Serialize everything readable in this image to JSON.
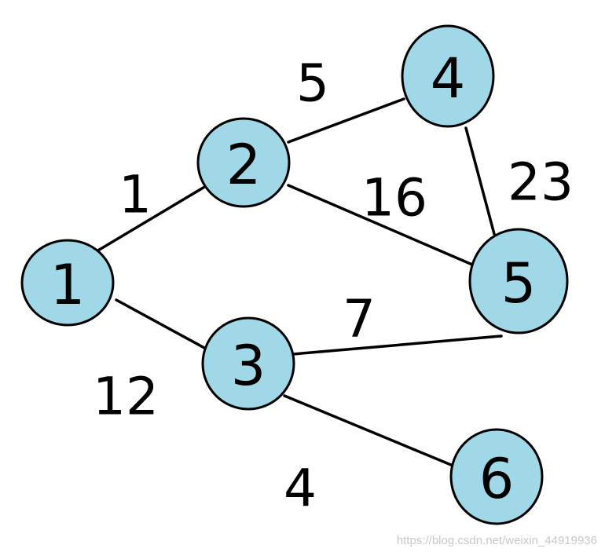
{
  "graph": {
    "node_color": "#a0d8e8",
    "stroke_color": "#000000",
    "nodes": [
      {
        "id": "1",
        "label": "1"
      },
      {
        "id": "2",
        "label": "2"
      },
      {
        "id": "3",
        "label": "3"
      },
      {
        "id": "4",
        "label": "4"
      },
      {
        "id": "5",
        "label": "5"
      },
      {
        "id": "6",
        "label": "6"
      }
    ],
    "edges": [
      {
        "from": "1",
        "to": "2",
        "weight": "1"
      },
      {
        "from": "1",
        "to": "3",
        "weight": "12"
      },
      {
        "from": "2",
        "to": "4",
        "weight": "5"
      },
      {
        "from": "2",
        "to": "5",
        "weight": "16"
      },
      {
        "from": "4",
        "to": "5",
        "weight": "23"
      },
      {
        "from": "3",
        "to": "5",
        "weight": "7"
      },
      {
        "from": "3",
        "to": "6",
        "weight": "4"
      }
    ]
  },
  "watermark": "https://blog.csdn.net/weixin_44919936"
}
